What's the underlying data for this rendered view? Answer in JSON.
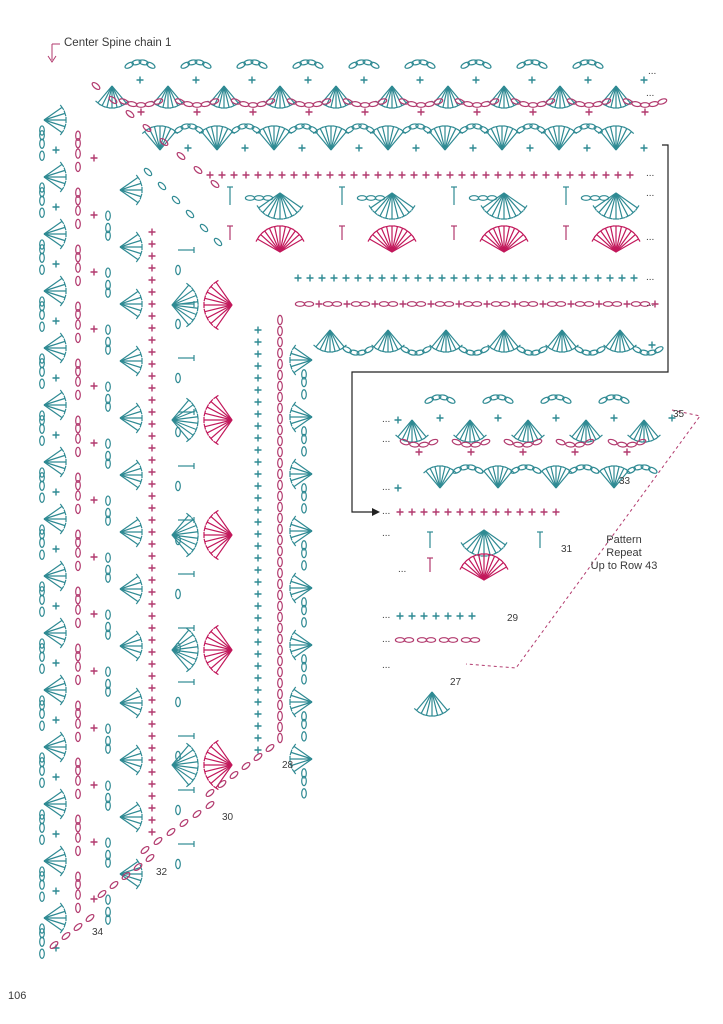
{
  "labels": {
    "center_spine": "Center Spine chain 1",
    "pattern_note": [
      "Pattern",
      "Repeat",
      "Up to Row 43"
    ],
    "page_number": "106"
  },
  "row_numbers": {
    "r27": "27",
    "r28": "28",
    "r29": "29",
    "r30": "30",
    "r31": "31",
    "r32": "32",
    "r33": "33",
    "r34": "34",
    "r35": "35"
  },
  "continuation": "...",
  "colors": {
    "teal": "#2f8a93",
    "magenta": "#b23a6e",
    "red": "#c2185b",
    "ink": "#222222",
    "text": "#3a3a3a",
    "dashed": "#b23a6e"
  },
  "icons": [
    "arrow-down-icon",
    "arrow-right-icon",
    "dashed-bracket-icon"
  ]
}
